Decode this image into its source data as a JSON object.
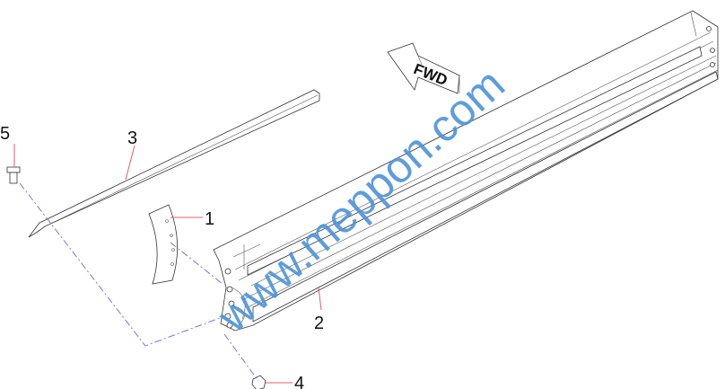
{
  "diagram": {
    "direction_label": "FWD",
    "watermark": "www.meppon.com",
    "callouts": [
      {
        "id": "1",
        "label": "1"
      },
      {
        "id": "2",
        "label": "2"
      },
      {
        "id": "3",
        "label": "3"
      },
      {
        "id": "4",
        "label": "4"
      },
      {
        "id": "5",
        "label": "5"
      }
    ],
    "colors": {
      "leader": "#e06060",
      "centerline": "#6a6ad8",
      "watermark": "#4d93d8"
    }
  }
}
